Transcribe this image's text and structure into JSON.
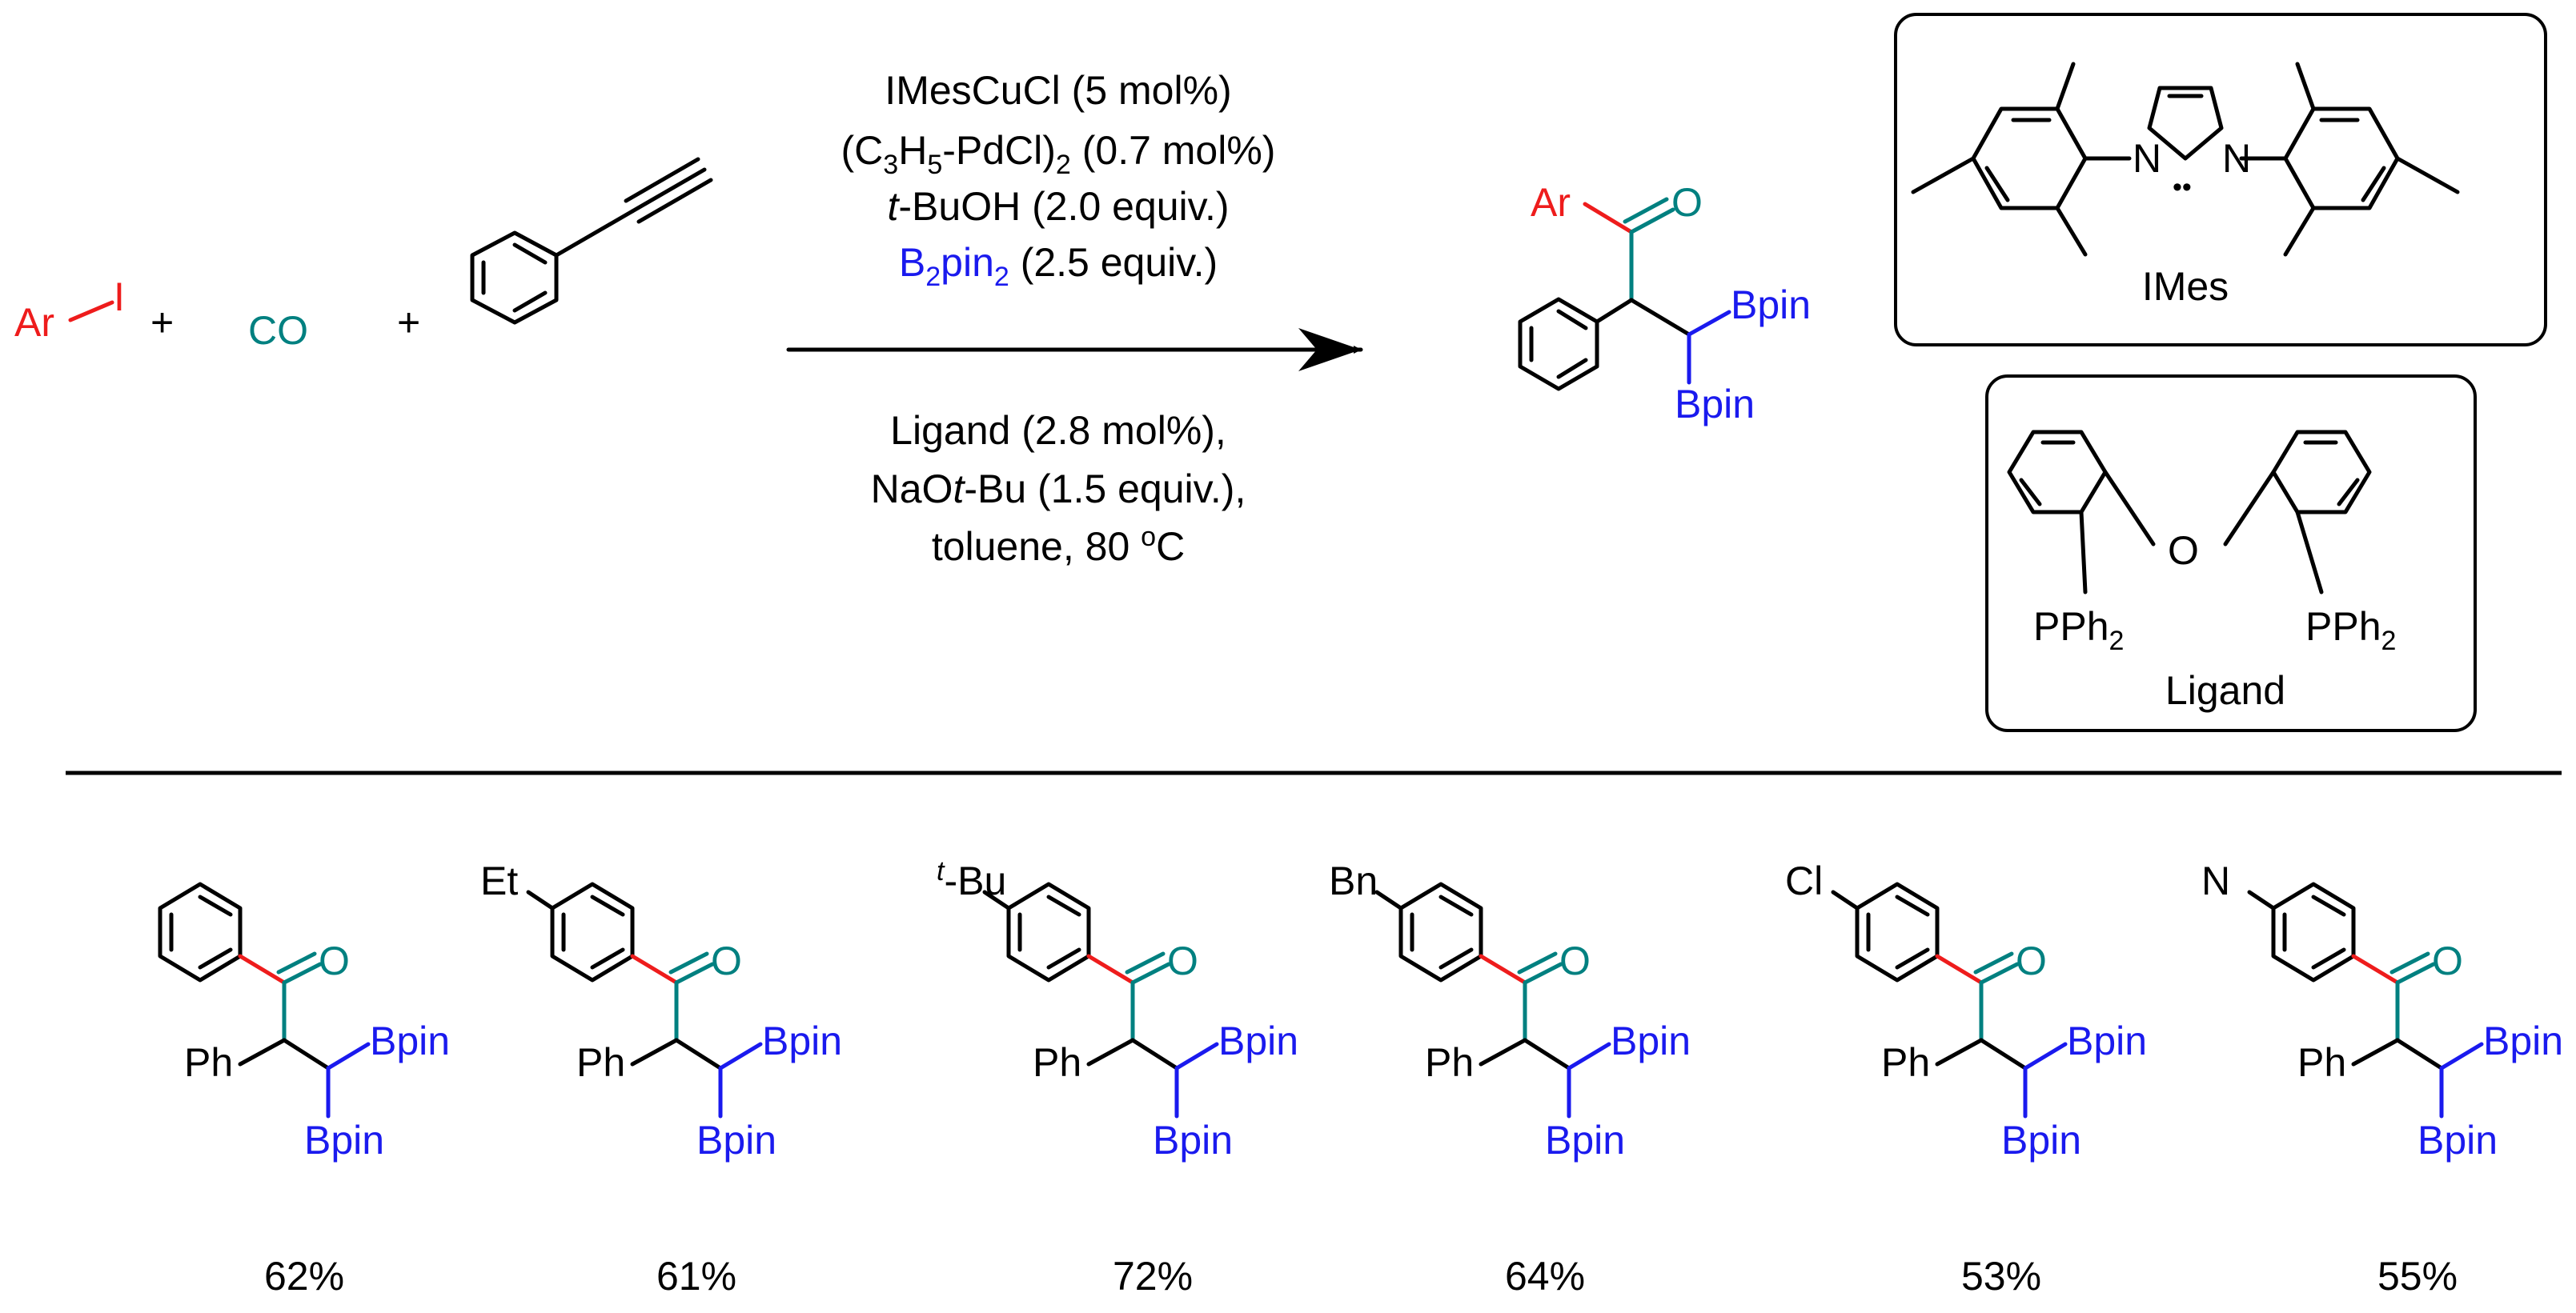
{
  "colors": {
    "aryl": "#ee1c1c",
    "carbonyl": "#008080",
    "boron": "#1a1aee"
  },
  "reactants": {
    "aryl_iodide_ar": "Ar",
    "aryl_iodide_i": "I",
    "plus": "+",
    "co": "CO"
  },
  "conditions_above": {
    "line1": "IMesCuCl (5 mol%)",
    "line2_a": "(C",
    "line2_sub1": "3",
    "line2_b": "H",
    "line2_sub2": "5",
    "line2_c": "-PdCl)",
    "line2_sub3": "2",
    "line2_d": " (0.7 mol%)",
    "line3_italic": "t",
    "line3_rest": "-BuOH (2.0 equiv.)",
    "line4_b": "B",
    "line4_sub1": "2",
    "line4_pin": "pin",
    "line4_sub2": "2",
    "line4_rest": " (2.5 equiv.)"
  },
  "conditions_below": {
    "line1": "Ligand (2.8  mol%),",
    "line2_a": "NaO",
    "line2_italic": "t",
    "line2_b": "-Bu (1.5 equiv.),",
    "line3_a": "toluene, 80 ",
    "line3_sup": "o",
    "line3_b": "C"
  },
  "product": {
    "ar": "Ar",
    "o": "O",
    "bpin": "Bpin"
  },
  "imes_box": {
    "n": "N",
    "lone_pair": "••",
    "label": "IMes"
  },
  "ligand_box": {
    "o": "O",
    "pph": "PPh",
    "sub": "2",
    "label": "Ligand"
  },
  "examples": [
    {
      "substituent": "",
      "yield": "62%"
    },
    {
      "substituent": "Et",
      "yield": "61%"
    },
    {
      "substituent_sup": "t",
      "substituent": "-Bu",
      "yield": "72%"
    },
    {
      "substituent": "Bn",
      "yield": "64%"
    },
    {
      "substituent": "Cl",
      "yield": "53%"
    },
    {
      "substituent": "N",
      "yield": "55%"
    }
  ],
  "example_labels": {
    "o": "O",
    "ph": "Ph",
    "bpin": "Bpin"
  }
}
